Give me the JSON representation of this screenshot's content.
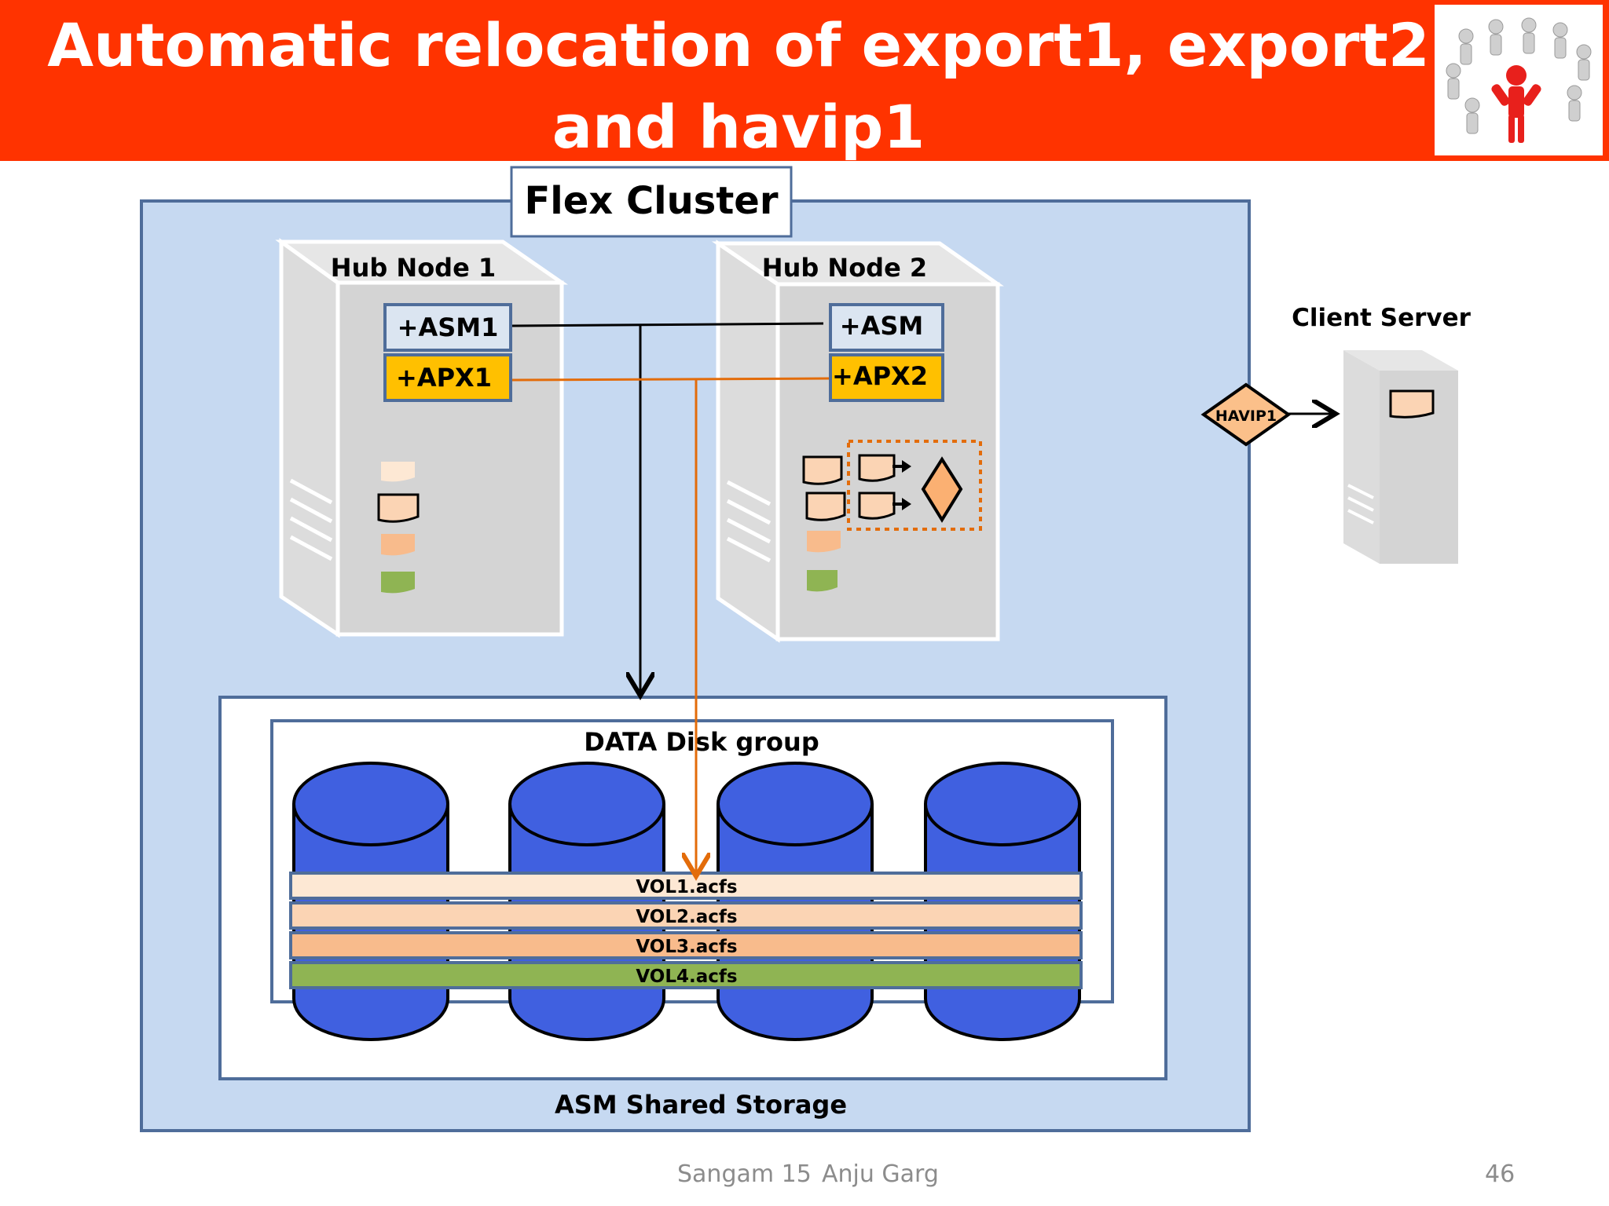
{
  "title": {
    "line1": "Automatic relocation of export1, export2",
    "line2": "and havip1"
  },
  "cluster": {
    "label": "Flex Cluster"
  },
  "hub_node_1": {
    "label": "Hub Node 1",
    "asm": "+ASM1",
    "apx": "+APX1"
  },
  "hub_node_2": {
    "label": "Hub Node 2",
    "asm": "+ASM",
    "apx": "+APX2"
  },
  "client_server": {
    "label": "Client Server",
    "havip": "HAVIP1"
  },
  "storage": {
    "label": "ASM Shared Storage",
    "disk_group": "DATA Disk group",
    "volumes": [
      {
        "name": "VOL1.acfs",
        "color": "#fde8d4"
      },
      {
        "name": "VOL2.acfs",
        "color": "#fbd4b4"
      },
      {
        "name": "VOL3.acfs",
        "color": "#f8bb8c"
      },
      {
        "name": "VOL4.acfs",
        "color": "#8fb453"
      }
    ]
  },
  "colors": {
    "title_bar": "#ff3300",
    "cluster_fill": "#c6d9f1",
    "disk_blue": "#4060e0",
    "apx_yellow": "#ffc000",
    "orange_line": "#e36c0a"
  },
  "footer": {
    "event": "Sangam 15",
    "author": "Anju Garg",
    "page": "46"
  }
}
